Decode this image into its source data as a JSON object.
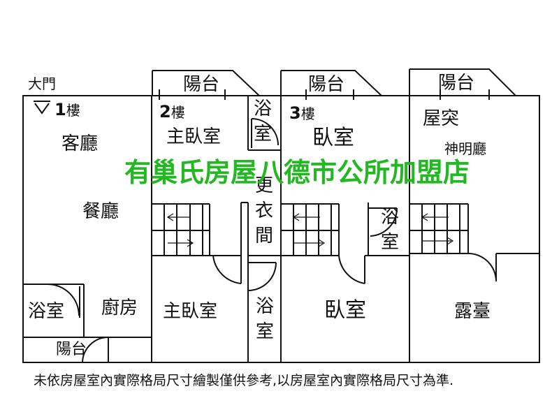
{
  "plan": {
    "entrance": "大門",
    "floor1": {
      "floor": "1",
      "unit": "樓",
      "living": "客廳",
      "dining": "餐廳",
      "bath": "浴室",
      "kitchen": "廚房",
      "balcony": "陽台"
    },
    "floor2": {
      "floor": "2",
      "unit": "樓",
      "balcony": "陽台",
      "master_top": "主臥室",
      "bath_top": [
        "浴",
        "室"
      ],
      "dressing": [
        "更",
        "衣",
        "間"
      ],
      "master_bottom": "主臥室",
      "bath_bottom": [
        "浴",
        "室"
      ]
    },
    "floor3": {
      "floor": "3",
      "unit": "樓",
      "balcony": "陽台",
      "bedroom_top": "臥室",
      "bath": [
        "浴",
        "室"
      ],
      "bedroom_bottom": "臥室"
    },
    "roof": {
      "balcony": "陽台",
      "penthouse": "屋突",
      "shrine": "神明廳",
      "terrace": "露臺"
    }
  },
  "watermark": "有巢氏房屋八德市公所加盟店",
  "disclaimer": "未依房屋室內實際格局尺寸繪製僅供參考,以房屋室內實際格局尺寸為準."
}
